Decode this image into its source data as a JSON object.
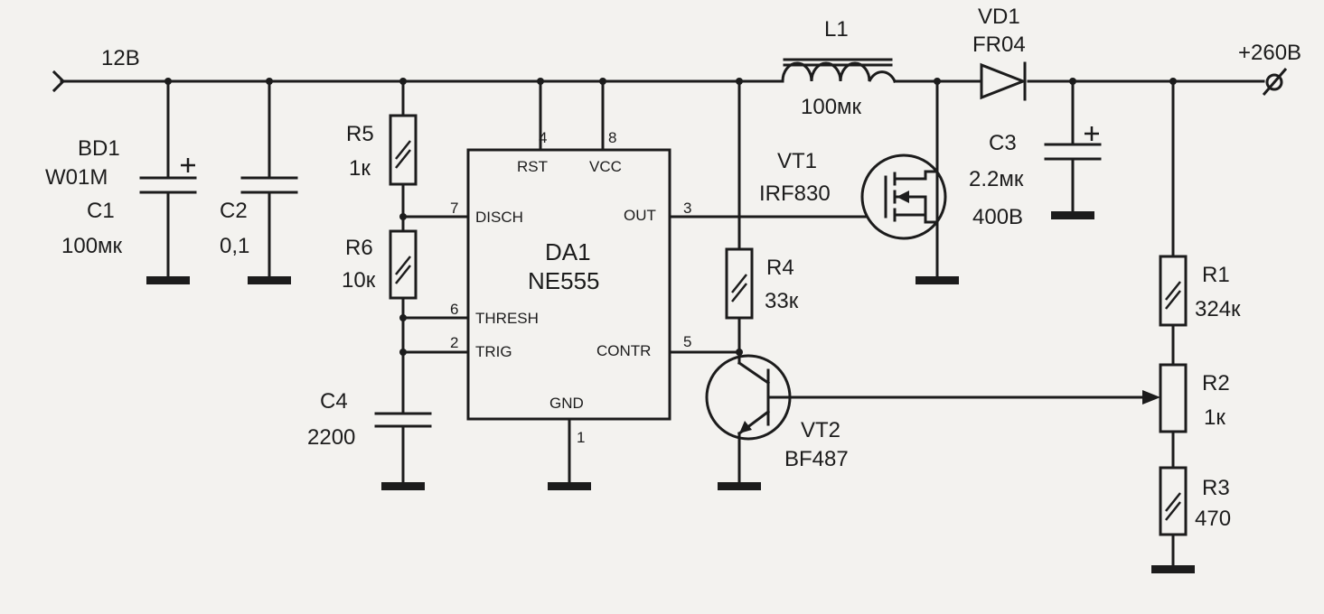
{
  "supply": {
    "input_label": "12В",
    "output_label": "+260В"
  },
  "bd1": {
    "ref": "BD1",
    "part": "W01M"
  },
  "c1": {
    "ref": "C1",
    "value": "100мк"
  },
  "c2": {
    "ref": "C2",
    "value": "0,1"
  },
  "c3": {
    "ref": "C3",
    "value": "2.2мк",
    "voltage": "400В"
  },
  "c4": {
    "ref": "C4",
    "value": "2200"
  },
  "r1": {
    "ref": "R1",
    "value": "324к"
  },
  "r2": {
    "ref": "R2",
    "value": "1к"
  },
  "r3": {
    "ref": "R3",
    "value": "470"
  },
  "r4": {
    "ref": "R4",
    "value": "33к"
  },
  "r5": {
    "ref": "R5",
    "value": "1к"
  },
  "r6": {
    "ref": "R6",
    "value": "10к"
  },
  "l1": {
    "ref": "L1",
    "value": "100мк"
  },
  "vd1": {
    "ref": "VD1",
    "part": "FR04"
  },
  "vt1": {
    "ref": "VT1",
    "part": "IRF830"
  },
  "vt2": {
    "ref": "VT2",
    "part": "BF487"
  },
  "da1": {
    "ref": "DA1",
    "part": "NE555",
    "pins": {
      "rst": {
        "num": "4",
        "name": "RST"
      },
      "vcc": {
        "num": "8",
        "name": "VCC"
      },
      "disch": {
        "num": "7",
        "name": "DISCH"
      },
      "out": {
        "num": "3",
        "name": "OUT"
      },
      "thresh": {
        "num": "6",
        "name": "THRESH"
      },
      "trig": {
        "num": "2",
        "name": "TRIG"
      },
      "contr": {
        "num": "5",
        "name": "CONTR"
      },
      "gnd": {
        "num": "1",
        "name": "GND"
      }
    }
  }
}
